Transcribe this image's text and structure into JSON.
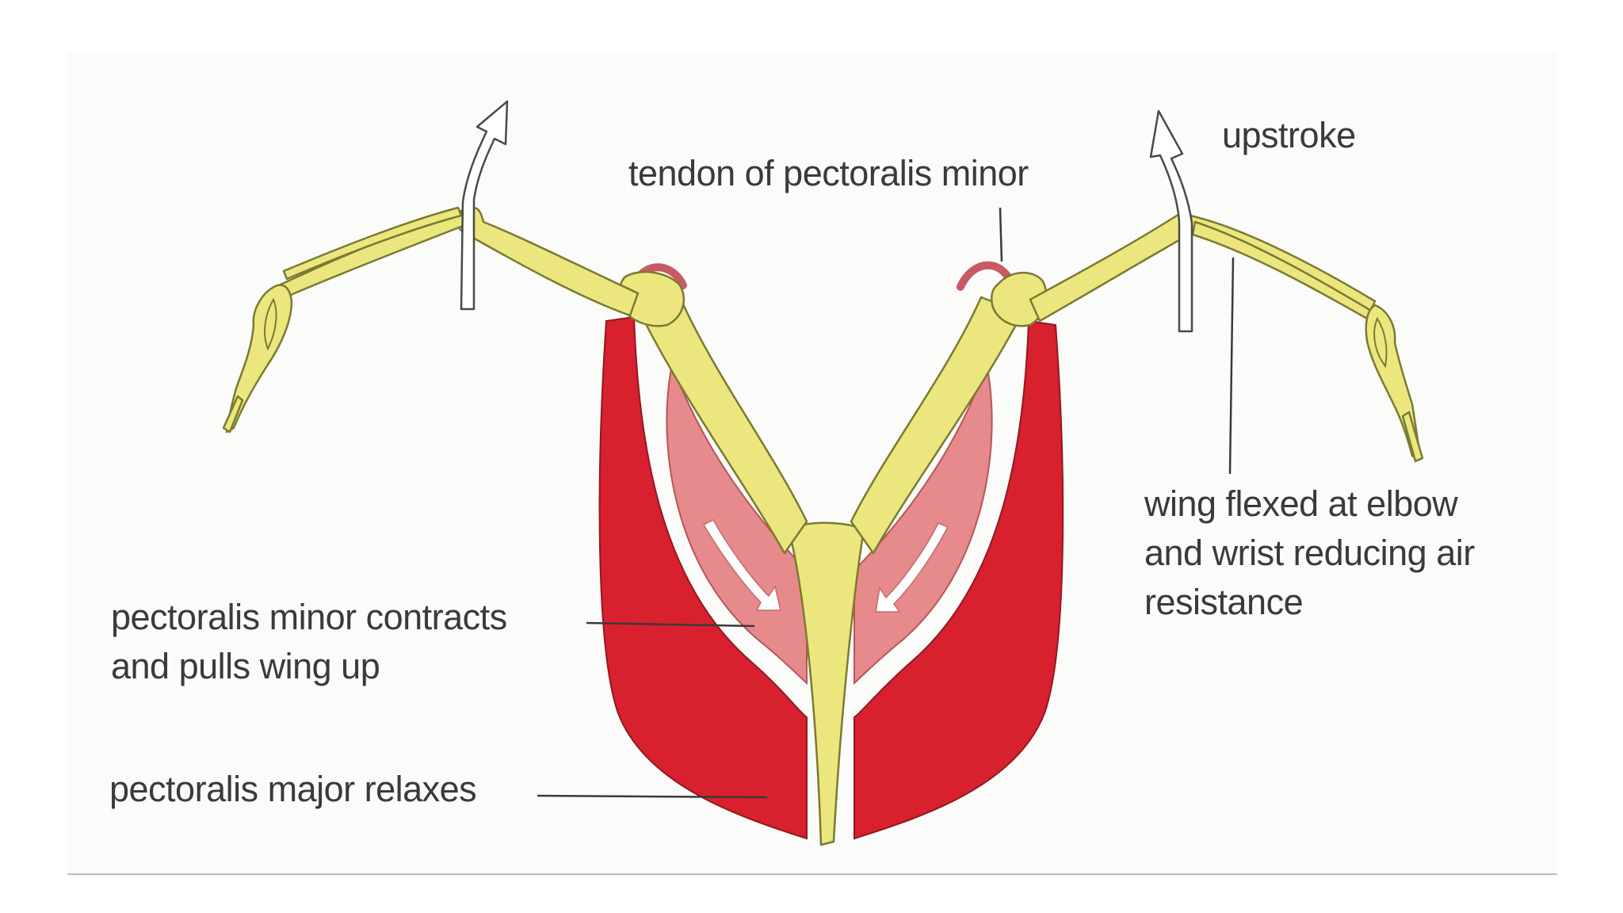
{
  "labels": {
    "upstroke": "upstroke",
    "tendon": "tendon of pectoralis minor",
    "wing_flexed": [
      "wing flexed at elbow",
      "and wrist reducing air",
      "resistance"
    ],
    "minor_contracts": [
      "pectoralis minor contracts",
      "and pulls wing up"
    ],
    "major_relaxes": "pectoralis major relaxes"
  },
  "colors": {
    "bone": "#ece67e",
    "bone_outline": "#7b7a33",
    "pectoralis_major": "#d9202e",
    "pectoralis_minor": "#e68a8c",
    "tendon": "#c85a64",
    "leader_line": "#3a3a3a"
  }
}
